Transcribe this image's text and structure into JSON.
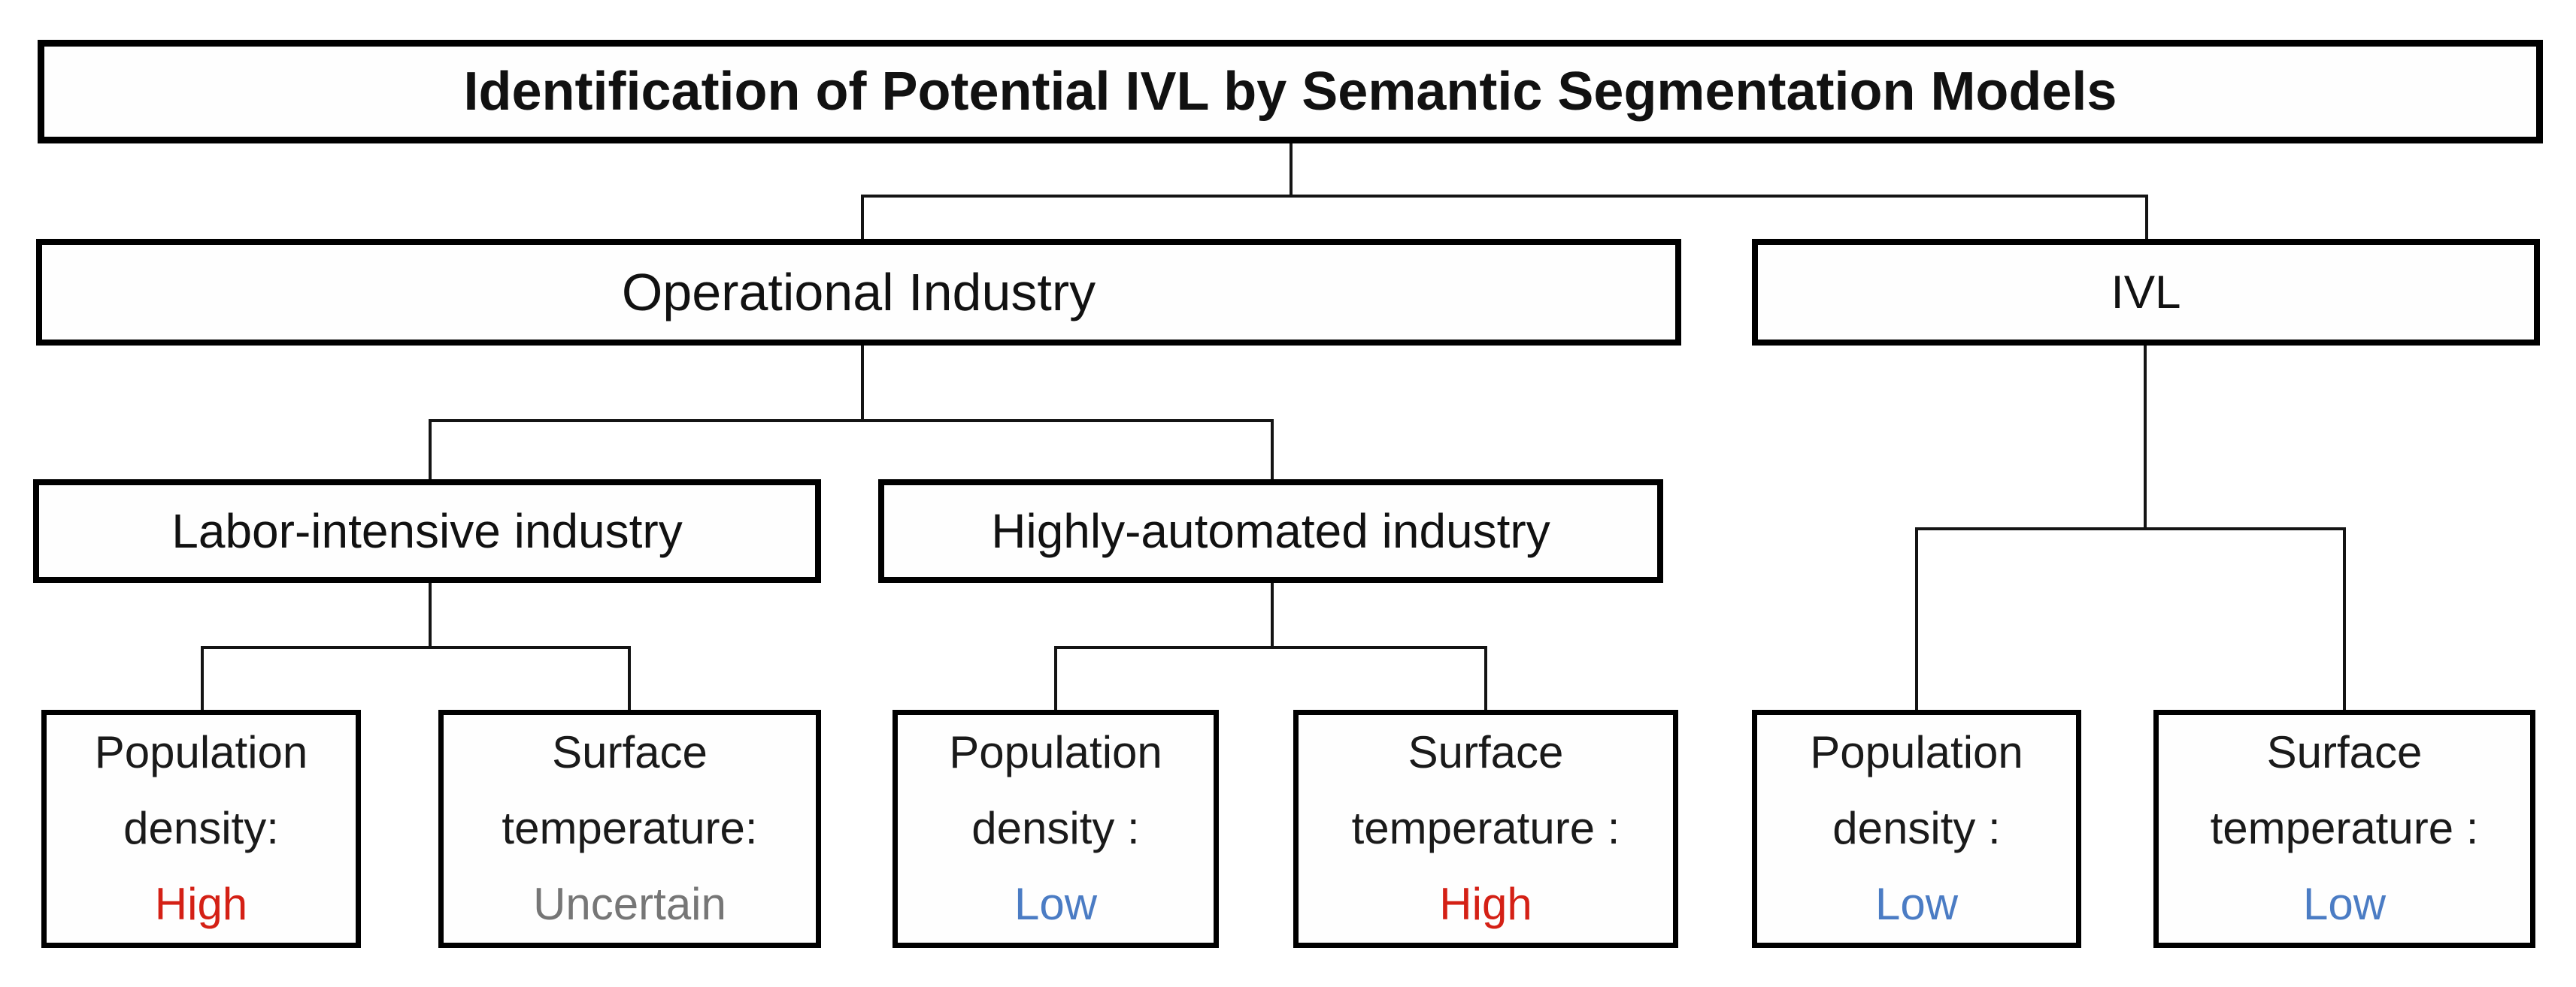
{
  "title": "Identification of Potential IVL by Semantic Segmentation Models",
  "nodes": {
    "operational": "Operational Industry",
    "ivl": "IVL",
    "labor": "Labor-intensive industry",
    "automated": "Highly-automated industry"
  },
  "leaves": [
    {
      "line1": "Population",
      "line2": "density:",
      "value": "High",
      "value_color": "#d42015"
    },
    {
      "line1": "Surface",
      "line2": "temperature:",
      "value": "Uncertain",
      "value_color": "#767676"
    },
    {
      "line1": "Population",
      "line2": "density :",
      "value": "Low",
      "value_color": "#4b7cc4"
    },
    {
      "line1": "Surface",
      "line2": "temperature :",
      "value": "High",
      "value_color": "#d42015"
    },
    {
      "line1": "Population",
      "line2": "density :",
      "value": "Low",
      "value_color": "#4b7cc4"
    },
    {
      "line1": "Surface",
      "line2": "temperature :",
      "value": "Low",
      "value_color": "#4b7cc4"
    }
  ],
  "colors": {
    "high": "#d42015",
    "low": "#4b7cc4",
    "uncertain": "#767676",
    "box_border": "#000000",
    "connector": "#141414",
    "background": "#ffffff"
  }
}
